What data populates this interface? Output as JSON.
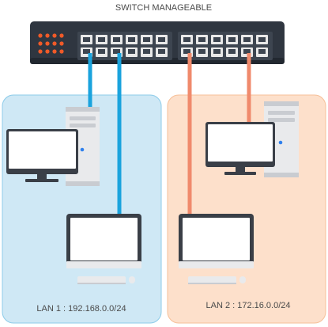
{
  "switch": {
    "label": "SWITCH MANAGEABLE",
    "body_color": "#2f3640",
    "led_color": "#f05a28",
    "port_color": "#e8e8e8"
  },
  "lans": [
    {
      "label": "LAN 1 : 192.168.0.0/24",
      "zone_color": "#cfe8f5",
      "zone_border": "#8ccbe9",
      "cable_color": "#1aa3dd",
      "devices": [
        "desktop-computer",
        "laptop-computer"
      ]
    },
    {
      "label": "LAN 2 : 172.16.0.0/24",
      "zone_color": "#fde0cb",
      "zone_border": "#f6bf98",
      "cable_color": "#f08a6c",
      "devices": [
        "desktop-computer",
        "laptop-computer"
      ]
    }
  ],
  "colors": {
    "monitor_frame": "#3a3f47",
    "screen": "#ffffff",
    "tower": "#e9eaec",
    "tower_dark": "#c9ccd1",
    "power_led": "#2f80ed"
  }
}
